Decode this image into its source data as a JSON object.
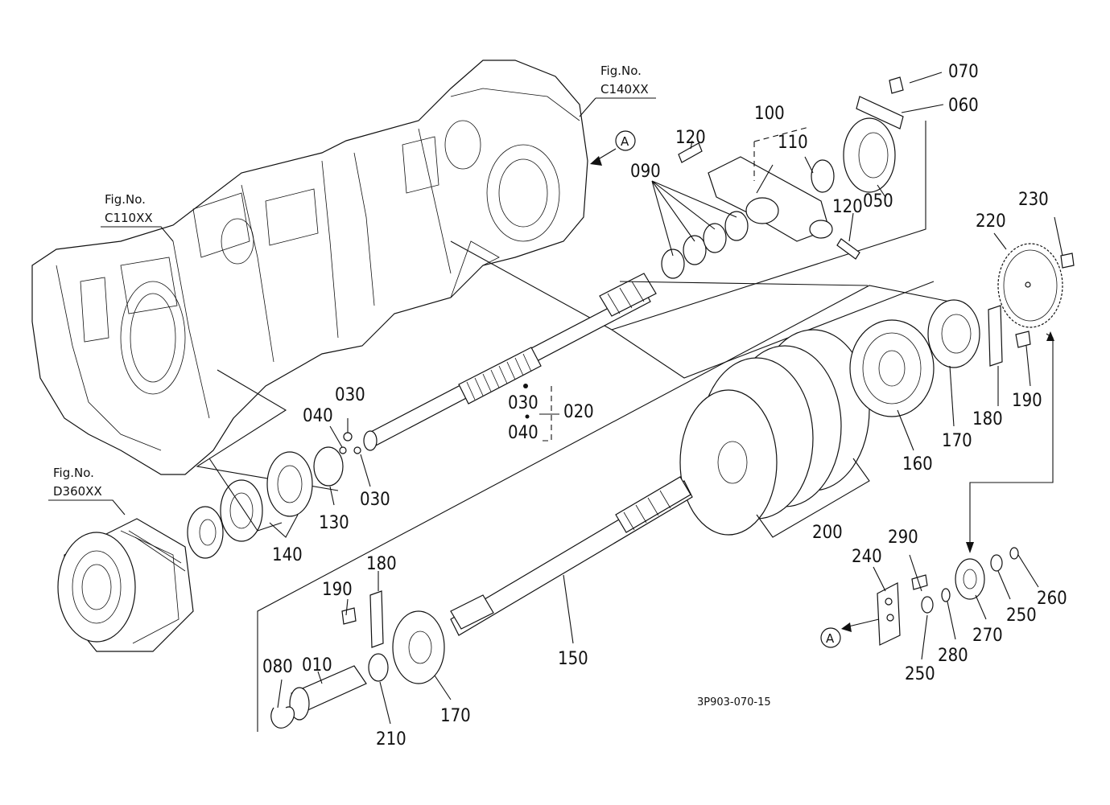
{
  "figure_refs": [
    {
      "title": "Fig.No.",
      "code": "C140XX"
    },
    {
      "title": "Fig.No.",
      "code": "C110XX"
    },
    {
      "title": "Fig.No.",
      "code": "D360XX"
    }
  ],
  "markers": [
    "A",
    "A"
  ],
  "parts": [
    "070",
    "060",
    "100",
    "120",
    "110",
    "090",
    "050",
    "120",
    "230",
    "220",
    "030",
    "040",
    "030",
    "020",
    "030",
    "040",
    "170",
    "180",
    "190",
    "160",
    "130",
    "140",
    "200",
    "290",
    "240",
    "250",
    "260",
    "270",
    "250",
    "280",
    "180",
    "190",
    "150",
    "010",
    "080",
    "170",
    "210"
  ],
  "drawing_code": "3P903-070-15"
}
